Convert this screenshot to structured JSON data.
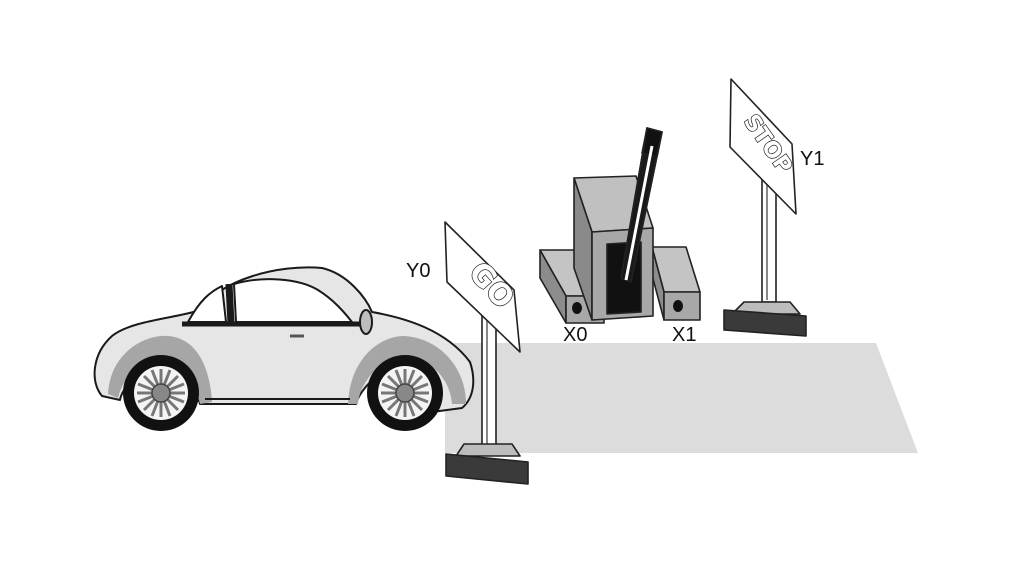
{
  "labels": {
    "y0": "Y0",
    "y1": "Y1",
    "x0": "X0",
    "x1": "X1"
  },
  "signs": {
    "go": "GO",
    "stop": "STOP"
  },
  "colors": {
    "road": "#dcdcdc",
    "car_body": "#e6e6e6",
    "dark_base": "#555555",
    "gate_gray": "#a8a8a8"
  }
}
